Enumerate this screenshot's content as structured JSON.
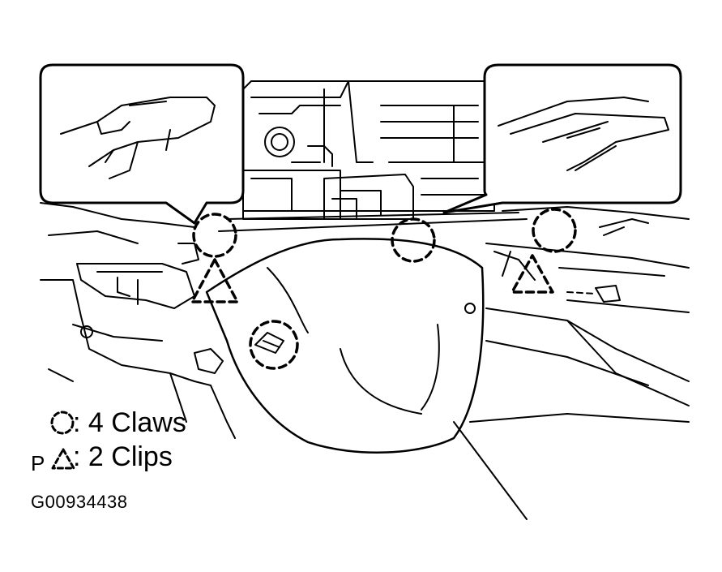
{
  "legend": {
    "claws": {
      "symbol": "circle-dashed-icon",
      "label": "4 Claws"
    },
    "clips": {
      "prefix": "P",
      "symbol": "triangle-dashed-icon",
      "label": "2 Clips"
    }
  },
  "figure_id": "G00934438",
  "colors": {
    "ink": "#000000",
    "background": "#ffffff"
  }
}
